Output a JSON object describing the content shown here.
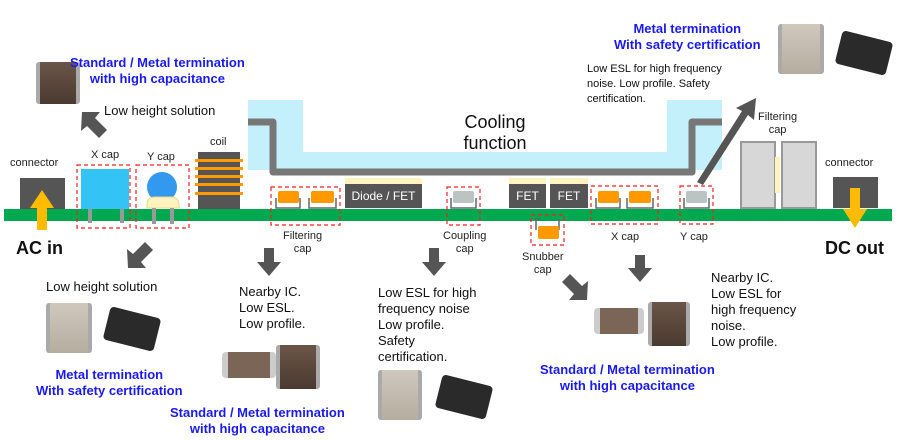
{
  "colors": {
    "board": "#00a850",
    "cooling": "#c4f0fb",
    "outline": "#777777",
    "dark": "#555555",
    "orange": "#ff9900",
    "blue_title": "#1a1aee",
    "dash": "#ee2222",
    "arrow_yellow": "#ffbb00"
  },
  "cooling": {
    "label": "Cooling\nfunction"
  },
  "left": {
    "connector_label": "connector",
    "io_label": "AC in",
    "x_cap_label": "X cap",
    "y_cap_label": "Y cap",
    "coil_label": "coil",
    "top_desc": "Low height solution",
    "top_title": "Standard / Metal termination\nwith high capacitance",
    "bottom_desc": "Low height solution",
    "bottom_title": "Metal termination\nWith safety certification"
  },
  "middle": {
    "filtering_label": "Filtering\ncap",
    "filtering_desc": "Nearby IC.\nLow ESL.\nLow profile.",
    "filtering_title": "Standard / Metal termination\nwith high capacitance",
    "diode_label": "Diode / FET",
    "coupling_label": "Coupling\ncap",
    "coupling_desc": "Low ESL for high\nfrequency noise\nLow profile.\nSafety\ncertification.",
    "fet1_label": "FET",
    "fet2_label": "FET",
    "snubber_label": "Snubber\ncap"
  },
  "right": {
    "x_cap_label": "X cap",
    "y_cap_label": "Y cap",
    "filtering_label": "Filtering\ncap",
    "connector_label": "connector",
    "io_label": "DC out",
    "top_title": "Metal termination\nWith safety certification",
    "top_desc": "Low ESL for high frequency\nnoise. Low profile. Safety\ncertification.",
    "bottom_title": "Standard / Metal termination\nwith high capacitance",
    "bottom_desc": "Nearby IC.\nLow ESL for\nhigh frequency\nnoise.\nLow profile."
  }
}
